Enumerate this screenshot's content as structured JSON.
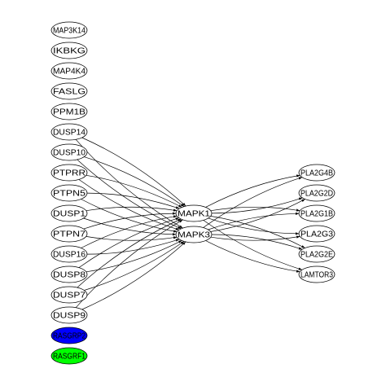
{
  "graph": {
    "nodes": [
      {
        "id": "MAP3K14",
        "label": "MAP3K14",
        "fill": "#ffffff"
      },
      {
        "id": "IKBKG",
        "label": "IKBKG",
        "fill": "#ffffff"
      },
      {
        "id": "MAP4K4",
        "label": "MAP4K4",
        "fill": "#ffffff"
      },
      {
        "id": "FASLG",
        "label": "FASLG",
        "fill": "#ffffff"
      },
      {
        "id": "PPM1B",
        "label": "PPM1B",
        "fill": "#ffffff"
      },
      {
        "id": "DUSP14",
        "label": "DUSP14",
        "fill": "#ffffff"
      },
      {
        "id": "DUSP10",
        "label": "DUSP10",
        "fill": "#ffffff"
      },
      {
        "id": "PTPRR",
        "label": "PTPRR",
        "fill": "#ffffff"
      },
      {
        "id": "PTPN5",
        "label": "PTPN5",
        "fill": "#ffffff"
      },
      {
        "id": "DUSP1",
        "label": "DUSP1",
        "fill": "#ffffff"
      },
      {
        "id": "PTPN7",
        "label": "PTPN7",
        "fill": "#ffffff"
      },
      {
        "id": "DUSP16",
        "label": "DUSP16",
        "fill": "#ffffff"
      },
      {
        "id": "DUSP8",
        "label": "DUSP8",
        "fill": "#ffffff"
      },
      {
        "id": "DUSP7",
        "label": "DUSP7",
        "fill": "#ffffff"
      },
      {
        "id": "DUSP9",
        "label": "DUSP9",
        "fill": "#ffffff"
      },
      {
        "id": "RASGRP2",
        "label": "RASGRP2",
        "fill": "#0000ff"
      },
      {
        "id": "RASGRF1",
        "label": "RASGRF1",
        "fill": "#00ff00"
      },
      {
        "id": "MAPK1",
        "label": "MAPK1",
        "fill": "#ffffff"
      },
      {
        "id": "MAPK3",
        "label": "MAPK3",
        "fill": "#ffffff"
      },
      {
        "id": "PLA2G4B",
        "label": "PLA2G4B",
        "fill": "#ffffff"
      },
      {
        "id": "PLA2G2D",
        "label": "PLA2G2D",
        "fill": "#ffffff"
      },
      {
        "id": "PLA2G1B",
        "label": "PLA2G1B",
        "fill": "#ffffff"
      },
      {
        "id": "PLA2G3",
        "label": "PLA2G3",
        "fill": "#ffffff"
      },
      {
        "id": "PLA2G2E",
        "label": "PLA2G2E",
        "fill": "#ffffff"
      },
      {
        "id": "LAMTOR3",
        "label": "LAMTOR3",
        "fill": "#ffffff"
      }
    ],
    "edges": [
      [
        "DUSP14",
        "MAPK1"
      ],
      [
        "DUSP14",
        "MAPK3"
      ],
      [
        "DUSP10",
        "MAPK1"
      ],
      [
        "DUSP10",
        "MAPK3"
      ],
      [
        "PTPRR",
        "MAPK1"
      ],
      [
        "PTPRR",
        "MAPK3"
      ],
      [
        "PTPN5",
        "MAPK1"
      ],
      [
        "PTPN5",
        "MAPK3"
      ],
      [
        "DUSP1",
        "MAPK1"
      ],
      [
        "DUSP1",
        "MAPK3"
      ],
      [
        "PTPN7",
        "MAPK1"
      ],
      [
        "PTPN7",
        "MAPK3"
      ],
      [
        "DUSP16",
        "MAPK1"
      ],
      [
        "DUSP16",
        "MAPK3"
      ],
      [
        "DUSP8",
        "MAPK1"
      ],
      [
        "DUSP8",
        "MAPK3"
      ],
      [
        "DUSP7",
        "MAPK1"
      ],
      [
        "DUSP7",
        "MAPK3"
      ],
      [
        "DUSP9",
        "MAPK1"
      ],
      [
        "DUSP9",
        "MAPK3"
      ],
      [
        "MAPK1",
        "PLA2G4B"
      ],
      [
        "MAPK1",
        "PLA2G2D"
      ],
      [
        "MAPK1",
        "PLA2G1B"
      ],
      [
        "MAPK1",
        "PLA2G3"
      ],
      [
        "MAPK1",
        "PLA2G2E"
      ],
      [
        "MAPK1",
        "LAMTOR3"
      ],
      [
        "MAPK3",
        "PLA2G4B"
      ],
      [
        "MAPK3",
        "PLA2G2D"
      ],
      [
        "MAPK3",
        "PLA2G1B"
      ],
      [
        "MAPK3",
        "PLA2G3"
      ],
      [
        "MAPK3",
        "PLA2G2E"
      ],
      [
        "MAPK3",
        "LAMTOR3"
      ]
    ]
  }
}
